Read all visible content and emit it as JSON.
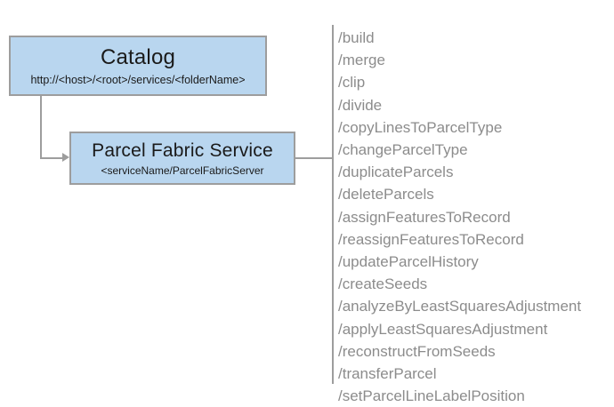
{
  "diagram": {
    "nodes": [
      {
        "id": "catalog",
        "title": "Catalog",
        "subtitle": "http://<host>/<root>/services/<folderName>"
      },
      {
        "id": "parcel-fabric-service",
        "title": "Parcel Fabric Service",
        "subtitle": "<serviceName/ParcelFabricServer"
      }
    ],
    "operations": [
      "/build",
      "/merge",
      "/clip",
      "/divide",
      "/copyLinesToParcelType",
      "/changeParcelType",
      "/duplicateParcels",
      "/deleteParcels",
      "/assignFeaturesToRecord",
      "/reassignFeaturesToRecord",
      "/updateParcelHistory",
      "/createSeeds",
      "/analyzeByLeastSquaresAdjustment",
      "/applyLeastSquaresAdjustment",
      "/reconstructFromSeeds",
      "/transferParcel",
      "/setParcelLineLabelPosition"
    ],
    "colors": {
      "node_fill": "#b9d6ef",
      "node_border": "#9d9d9d",
      "connector": "#9d9d9d",
      "operation_text": "#8c8c8c",
      "background": "#ffffff"
    }
  }
}
